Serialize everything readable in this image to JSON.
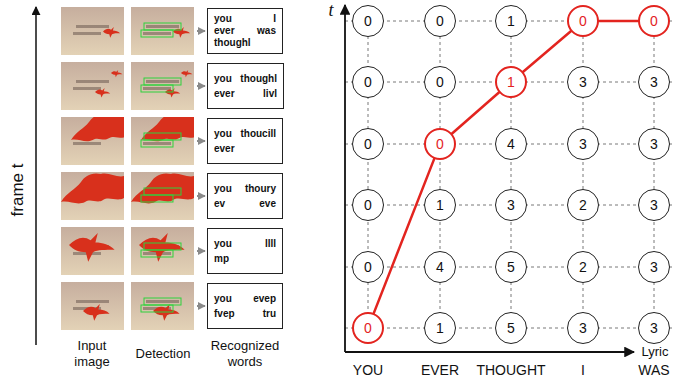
{
  "diagram": {
    "nodes": [
      {
        "text": [
          "you",
          "I",
          "ever",
          "was",
          "thoughl"
        ]
      },
      {
        "text": [
          "you",
          "thoughl",
          "ever",
          "livl"
        ]
      },
      {
        "text": [
          "you",
          "thoucill",
          "ever"
        ]
      },
      {
        "text": [
          "you",
          "thoury",
          "ev",
          "eve"
        ]
      },
      {
        "text": [
          "you",
          "llll",
          "mp"
        ]
      },
      {
        "text": [
          "you",
          "evep",
          "fvep",
          "tru"
        ]
      },
      {
        "text": [
          "0"
        ]
      },
      {
        "text": [
          "0"
        ]
      },
      {
        "text": [
          "1"
        ]
      },
      {
        "text": [
          "0"
        ]
      },
      {
        "text": [
          "0"
        ]
      },
      {
        "text": [
          "0"
        ]
      },
      {
        "text": [
          "0"
        ]
      },
      {
        "text": [
          "1"
        ]
      },
      {
        "text": [
          "3"
        ]
      },
      {
        "text": [
          "3"
        ]
      },
      {
        "text": [
          "0"
        ]
      },
      {
        "text": [
          "0"
        ]
      },
      {
        "text": [
          "4"
        ]
      },
      {
        "text": [
          "3"
        ]
      },
      {
        "text": [
          "3"
        ]
      },
      {
        "text": [
          "0"
        ]
      },
      {
        "text": [
          "1"
        ]
      },
      {
        "text": [
          "3"
        ]
      },
      {
        "text": [
          "2"
        ]
      },
      {
        "text": [
          "3"
        ]
      },
      {
        "text": [
          "0"
        ]
      },
      {
        "text": [
          "4"
        ]
      },
      {
        "text": [
          "5"
        ]
      },
      {
        "text": [
          "2"
        ]
      },
      {
        "text": [
          "3"
        ]
      },
      {
        "text": [
          "0"
        ]
      },
      {
        "text": [
          "1"
        ]
      },
      {
        "text": [
          "5"
        ]
      },
      {
        "text": [
          "3"
        ]
      },
      {
        "text": [
          "3"
        ]
      }
    ],
    "edges": [
      {
        "from": 31,
        "to": 17,
        "arrow": "none"
      },
      {
        "from": 17,
        "to": 13,
        "arrow": "none"
      },
      {
        "from": 13,
        "to": 9,
        "arrow": "none"
      },
      {
        "from": 9,
        "to": 10,
        "arrow": "none"
      }
    ],
    "labels": [
      "frame t",
      "Input image",
      "Detection",
      "Recognized words",
      "t",
      "Lyric",
      "YOU",
      "EVER",
      "THOUGHT",
      "I",
      "WAS"
    ]
  }
}
